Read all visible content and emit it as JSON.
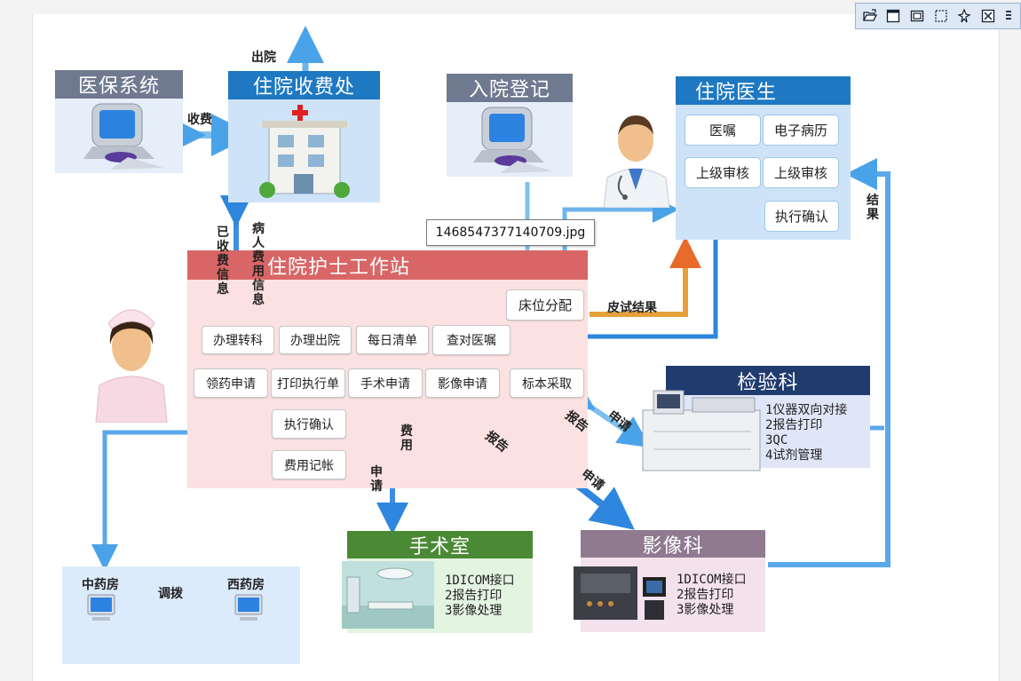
{
  "tooltip": "1468547377140709.jpg",
  "toolbar": {
    "buttons": [
      "open-icon",
      "maximize-icon",
      "restore-icon",
      "fullscreen-icon",
      "pin-icon",
      "close-icon",
      "menu-icon"
    ]
  },
  "colors": {
    "arrow_blue": "#2e86de",
    "arrow_orange": "#e6a13a",
    "header_gray": "#6f7990",
    "header_blue": "#1e78c2",
    "header_red": "#d96666",
    "header_darkblue": "#203b6e",
    "header_green": "#4a8a35",
    "header_mauve": "#8f7a8f"
  },
  "diagram": {
    "medical_insurance": {
      "title": "医保系统"
    },
    "billing": {
      "title": "住院收费处"
    },
    "registration": {
      "title": "入院登记"
    },
    "doctor": {
      "title": "住院医生",
      "items": [
        "医嘱",
        "电子病历",
        "上级审核",
        "上级审核",
        "执行确认"
      ]
    },
    "nurse_station": {
      "title": "住院护士工作站",
      "bed": "床位分配",
      "row1": [
        "办理转科",
        "办理出院",
        "每日清单",
        "查对医嘱"
      ],
      "row2": [
        "领药申请",
        "打印执行单",
        "手术申请",
        "影像申请",
        "标本采取"
      ],
      "col": [
        "执行确认",
        "费用记帐"
      ]
    },
    "lab": {
      "title": "检验科",
      "list": [
        "1仪器双向对接",
        "2报告打印",
        "3QC",
        "4试剂管理"
      ]
    },
    "surgery": {
      "title": "手术室",
      "list": [
        "1DICOM接口",
        "2报告打印",
        "3影像处理"
      ]
    },
    "imaging": {
      "title": "影像科",
      "list": [
        "1DICOM接口",
        "2报告打印",
        "3影像处理"
      ]
    },
    "pharmacy": {
      "left": "中药房",
      "right": "西药房",
      "link": "调拨"
    },
    "labels": {
      "discharge": "出院",
      "charge": "收费",
      "paid_info": "已收费信息",
      "patient_fee_info": "病人费用信息",
      "skin_test": "皮试结果",
      "result": "结果",
      "report1": "报告",
      "apply1": "申请",
      "report2": "报告",
      "apply2": "申请",
      "fee": "费用",
      "apply3": "申请"
    }
  }
}
